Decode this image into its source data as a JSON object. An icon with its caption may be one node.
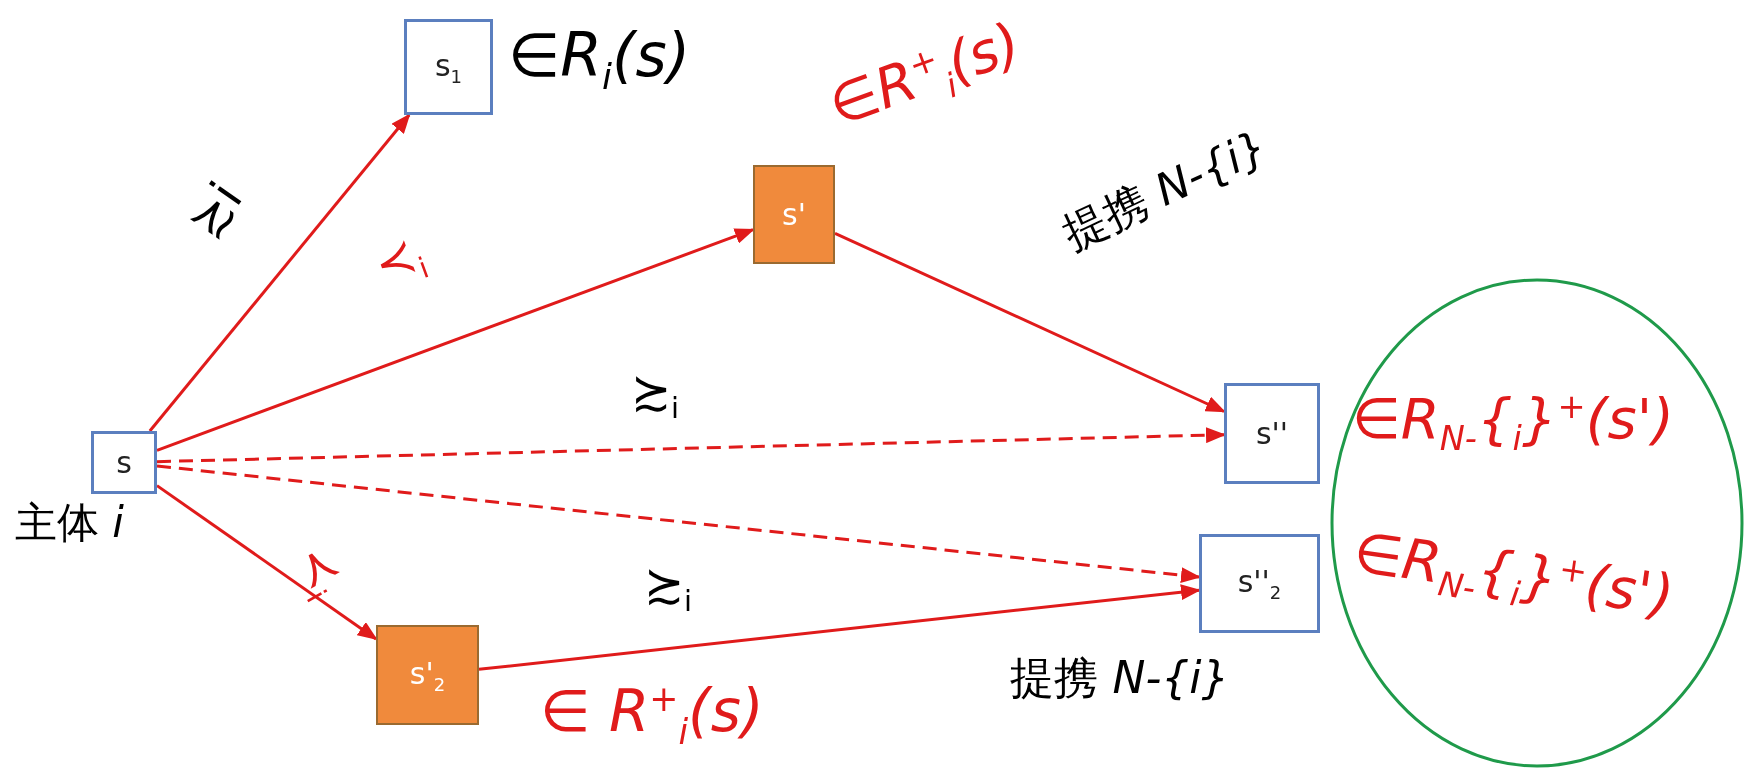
{
  "diagram": {
    "nodes": [
      {
        "text": [
          "s"
        ],
        "beside": [
          "主体 *i*"
        ]
      },
      {
        "text": [
          "s$_{1}$"
        ],
        "beside": [
          "∈R$_{i}$(s)"
        ]
      },
      {
        "text": [
          "s'"
        ],
        "beside": [
          "∈R$^{+}$$_{i}$(s)"
        ]
      },
      {
        "text": [
          "s''"
        ]
      },
      {
        "text": [
          "s''$_{2}$"
        ]
      },
      {
        "text": [
          "s'$_{2}$"
        ],
        "beside": [
          "∈ R$^{+}$$_{i}$(s)"
        ]
      },
      {
        "text": [
          "∈R$_{N-}${$_{i}$}$^{+}$(s')",
          "∈R$_{N-}${$_{i}$}$^{+}$(s')"
        ]
      }
    ],
    "edges": [
      {
        "from": 0,
        "to": 1,
        "arrow": "to",
        "label": "≿i"
      },
      {
        "from": 0,
        "to": 2,
        "arrow": "to",
        "label": "≺$_{i}$"
      },
      {
        "from": 2,
        "to": 3,
        "arrow": "to",
        "label": "提携 *N-{i}*"
      },
      {
        "from": 0,
        "to": 3,
        "arrow": "to",
        "style": "dashed",
        "label": "≿$_{i}$"
      },
      {
        "from": 0,
        "to": 4,
        "arrow": "to",
        "style": "dashed",
        "label": "≿$_{i}$"
      },
      {
        "from": 0,
        "to": 5,
        "arrow": "to",
        "label": "≺$_{i}$"
      },
      {
        "from": 5,
        "to": 4,
        "arrow": "to",
        "label": "提携 *N-{i}*"
      }
    ]
  }
}
